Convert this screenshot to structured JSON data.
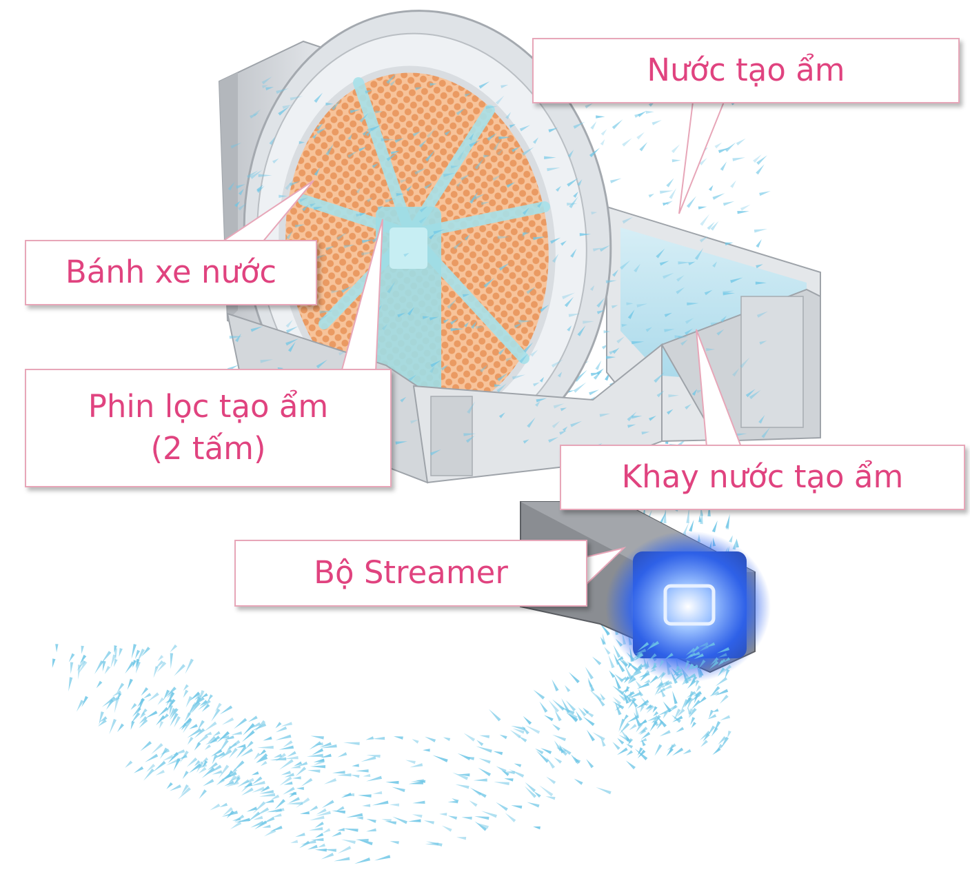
{
  "labels": {
    "water": "Nước tạo ẩm",
    "wheel": "Bánh xe nước",
    "filter_line1": "Phin lọc tạo ẩm",
    "filter_line2": "(2 tấm)",
    "tray": "Khay nước tạo ẩm",
    "streamer": "Bộ Streamer"
  },
  "colors": {
    "label_text": "#e0437f",
    "label_border": "#e7a6b8",
    "mist": "#6ec6e6",
    "filter": "#f0a56e",
    "housing": "#c9ccd0",
    "frame": "#d9dde2",
    "tray_water": "#bfe4f0",
    "hub": "#9fdde6",
    "streamer_body": "#8a8d92",
    "streamer_glow": "#3f7dff"
  }
}
